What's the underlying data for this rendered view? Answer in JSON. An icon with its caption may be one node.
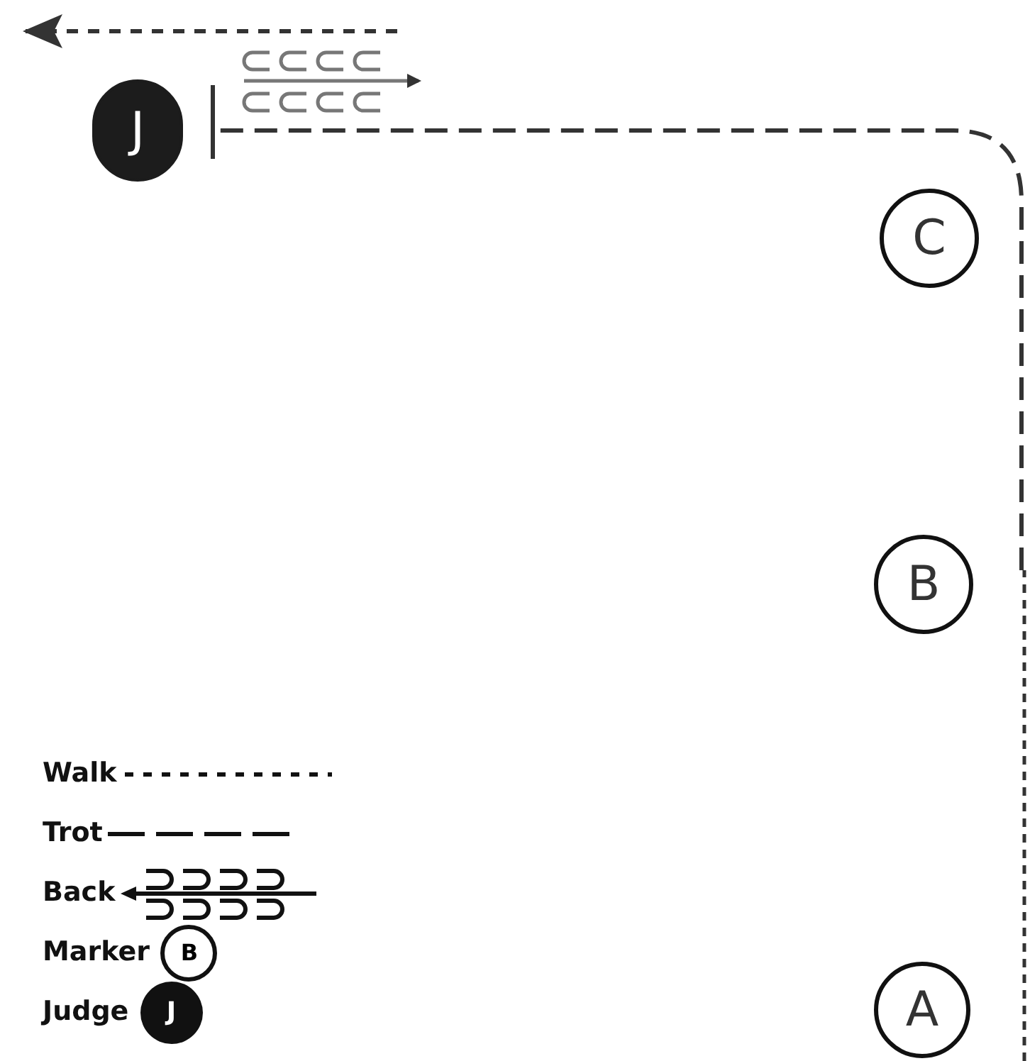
{
  "diagram": {
    "nodes": [
      {
        "text": [
          "J"
        ]
      },
      {
        "text": [
          "C"
        ]
      },
      {
        "text": [
          "B"
        ]
      },
      {
        "text": [
          "A"
        ]
      }
    ],
    "labels": [
      "B",
      "J"
    ],
    "legend": [
      {
        "text": "Walk"
      },
      {
        "text": "Trot"
      },
      {
        "text": "Back"
      },
      {
        "text": "Marker"
      },
      {
        "text": "Judge"
      }
    ]
  }
}
